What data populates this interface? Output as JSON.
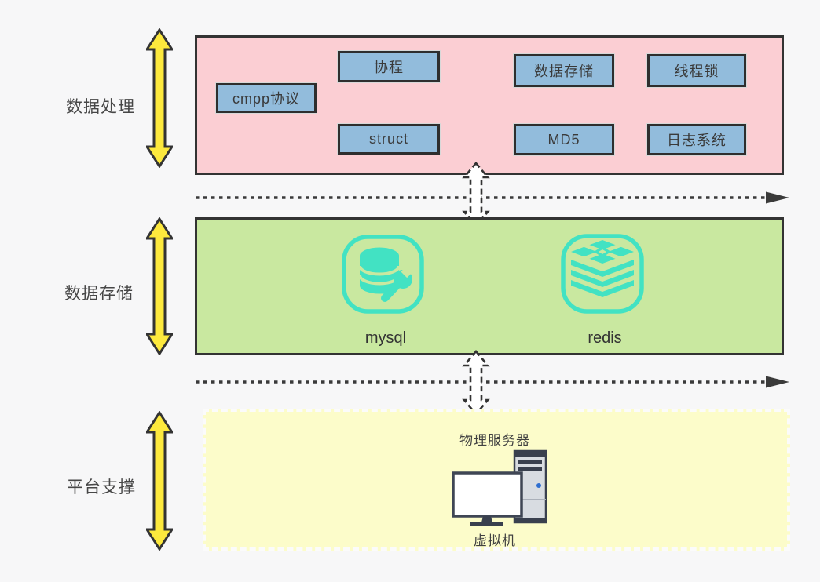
{
  "sections": {
    "layer1": {
      "label": "数据处理",
      "fill_color": "#fbced3",
      "boxes": {
        "cmpp": "cmpp协议",
        "coroutine": "协程",
        "struct": "struct",
        "storage": "数据存储",
        "md5": "MD5",
        "threadlock": "线程锁",
        "logsystem": "日志系统"
      }
    },
    "layer2": {
      "label": "数据存储",
      "fill_color": "#c9e8a0",
      "items": {
        "mysql": "mysql",
        "redis": "redis"
      }
    },
    "layer3": {
      "label": "平台支撑",
      "fill_color": "#fcfcca",
      "server_title": "物理服务器",
      "server_caption": "虚拟机"
    }
  },
  "colors": {
    "feature_box_fill": "#92bcdc",
    "dark_border": "#333333",
    "teal_accent": "#42e2c3",
    "arrow_yellow": "#fde93d",
    "led_blue": "#2f6fd0"
  },
  "icons": {
    "mysql": "database-wrench-icon",
    "redis": "layer-stack-icon",
    "platform": "desktop-server-icon",
    "side": "vertical-double-arrow-icon",
    "flow": "dotted-arrow-right-icon",
    "connector": "dashed-vertical-double-arrow-icon"
  }
}
